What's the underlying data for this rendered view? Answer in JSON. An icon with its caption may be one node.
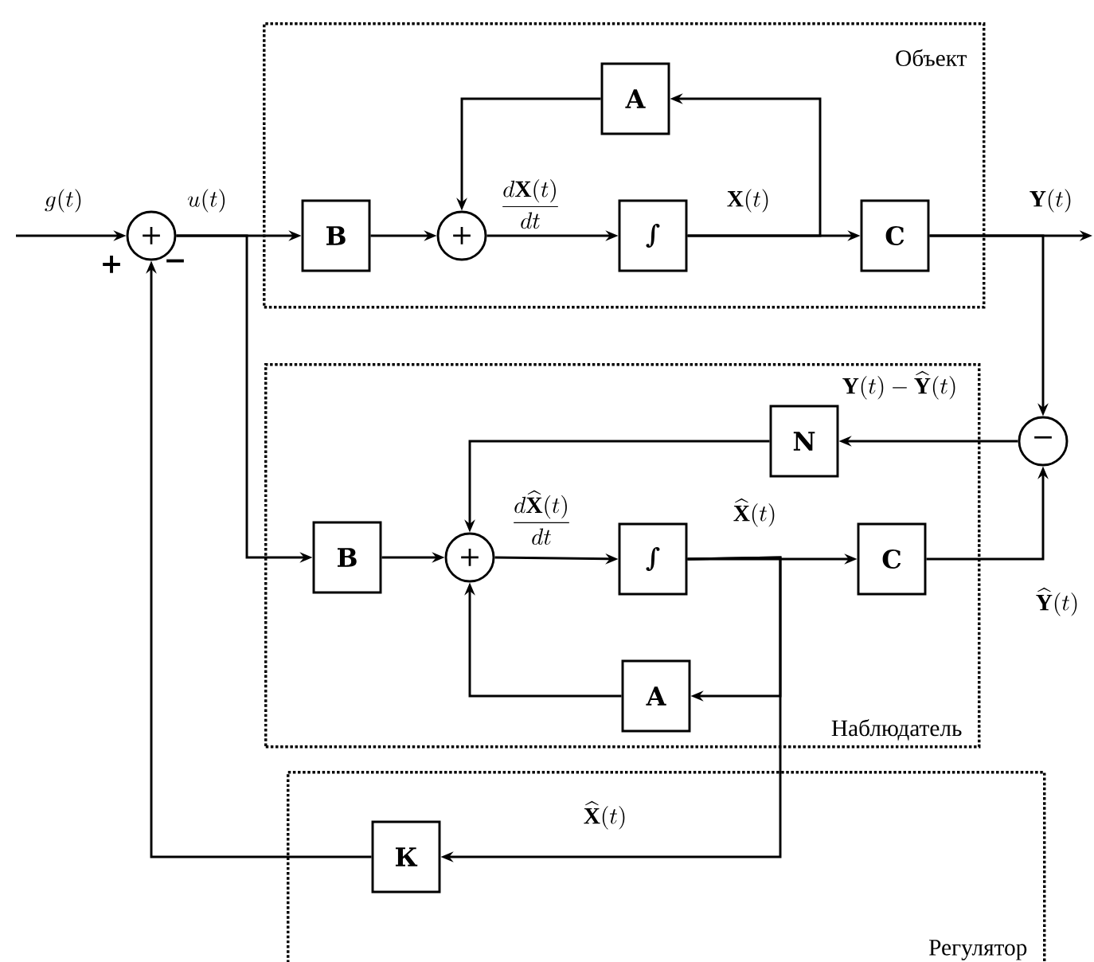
{
  "diagram": {
    "nodes": [
      {
        "text": [
          "Объект"
        ]
      },
      {
        "text": [
          "B"
        ],
        "in": 0
      },
      {
        "text": [
          "+"
        ],
        "in": 0
      },
      {
        "text": [
          "A"
        ],
        "in": 0
      },
      {
        "text": [
          "∫"
        ],
        "in": 0
      },
      {
        "text": [
          "C"
        ],
        "in": 0
      },
      {
        "text": [
          "Наблюдатель"
        ]
      },
      {
        "text": [
          "B"
        ],
        "in": 6
      },
      {
        "text": [
          "+"
        ],
        "in": 6
      },
      {
        "text": [
          "N"
        ],
        "in": 6
      },
      {
        "text": [
          "∫"
        ],
        "in": 6
      },
      {
        "text": [
          "A"
        ],
        "in": 6
      },
      {
        "text": [
          "C"
        ],
        "in": 6
      },
      {
        "text": [
          "Регулятор"
        ]
      },
      {
        "text": [
          "К"
        ],
        "in": 13
      },
      {
        "text": [
          "+"
        ]
      },
      {
        "text": [
          "−"
        ]
      }
    ],
    "edges": [
      {
        "from": null,
        "to": 15,
        "arrow": "to",
        "label": "g(t)"
      },
      {
        "from": 15,
        "to": 1,
        "arrow": "to",
        "label": "u(t)"
      },
      {
        "from": 15,
        "to": 7,
        "arrow": "to"
      },
      {
        "from": 1,
        "to": 2,
        "arrow": "to"
      },
      {
        "from": 3,
        "to": 2,
        "arrow": "to"
      },
      {
        "from": 2,
        "to": 4,
        "arrow": "to",
        "label": "\\frac{d\\mathbf{X}(t)}{dt}"
      },
      {
        "from": 4,
        "to": 5,
        "arrow": "to",
        "label": "\\mathbf{X}(t)"
      },
      {
        "from": 4,
        "to": 3,
        "arrow": "to"
      },
      {
        "from": 5,
        "to": null,
        "arrow": "to",
        "label": "\\mathbf{Y}(t)"
      },
      {
        "from": 5,
        "to": 16,
        "arrow": "to"
      },
      {
        "from": 16,
        "to": 9,
        "arrow": "to",
        "label": "\\mathbf{Y}(t)-\\widehat{\\mathbf{Y}}(t)"
      },
      {
        "from": 9,
        "to": 8,
        "arrow": "to"
      },
      {
        "from": 7,
        "to": 8,
        "arrow": "to"
      },
      {
        "from": 11,
        "to": 8,
        "arrow": "to"
      },
      {
        "from": 8,
        "to": 10,
        "arrow": "to",
        "label": "\\frac{d\\widehat{\\mathbf{X}}(t)}{dt}"
      },
      {
        "from": 10,
        "to": 12,
        "arrow": "to",
        "label": "\\widehat{\\mathbf{X}}(t)"
      },
      {
        "from": 10,
        "to": 11,
        "arrow": "to"
      },
      {
        "from": 10,
        "to": 14,
        "arrow": "to",
        "label": "\\widehat{\\mathbf{X}}(t)"
      },
      {
        "from": 12,
        "to": 16,
        "arrow": "to",
        "label": "\\widehat{\\mathbf{Y}}(t)"
      },
      {
        "from": 14,
        "to": 15,
        "arrow": "to"
      }
    ],
    "labels": [
      "+",
      "−"
    ]
  }
}
